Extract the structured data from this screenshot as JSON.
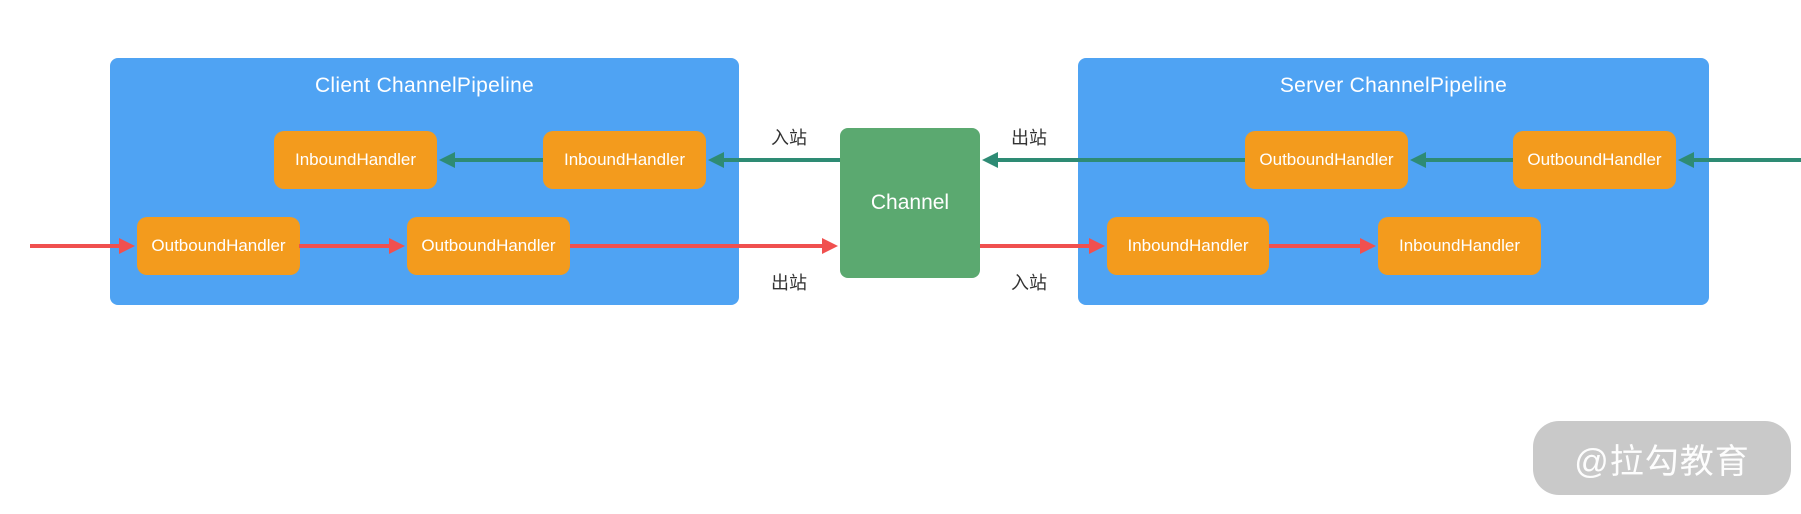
{
  "diagram": {
    "client_pipeline": {
      "title": "Client ChannelPipeline",
      "inbound_handlers": [
        "InboundHandler",
        "InboundHandler"
      ],
      "outbound_handlers": [
        "OutboundHandler",
        "OutboundHandler"
      ]
    },
    "channel": {
      "label": "Channel"
    },
    "server_pipeline": {
      "title": "Server ChannelPipeline",
      "outbound_handlers": [
        "OutboundHandler",
        "OutboundHandler"
      ],
      "inbound_handlers": [
        "InboundHandler",
        "InboundHandler"
      ]
    },
    "labels": {
      "client_top": "入站",
      "server_top": "出站",
      "client_bottom": "出站",
      "server_bottom": "入站"
    },
    "colors": {
      "pipeline_blue": "#4FA3F3",
      "handler_orange": "#F39B1D",
      "channel_green": "#5BA970",
      "arrow_green": "#2E8B74",
      "arrow_red": "#F0504F",
      "label_text": "#333333",
      "watermark_bg": "#C9C9C9"
    },
    "watermark": "@拉勾教育"
  }
}
